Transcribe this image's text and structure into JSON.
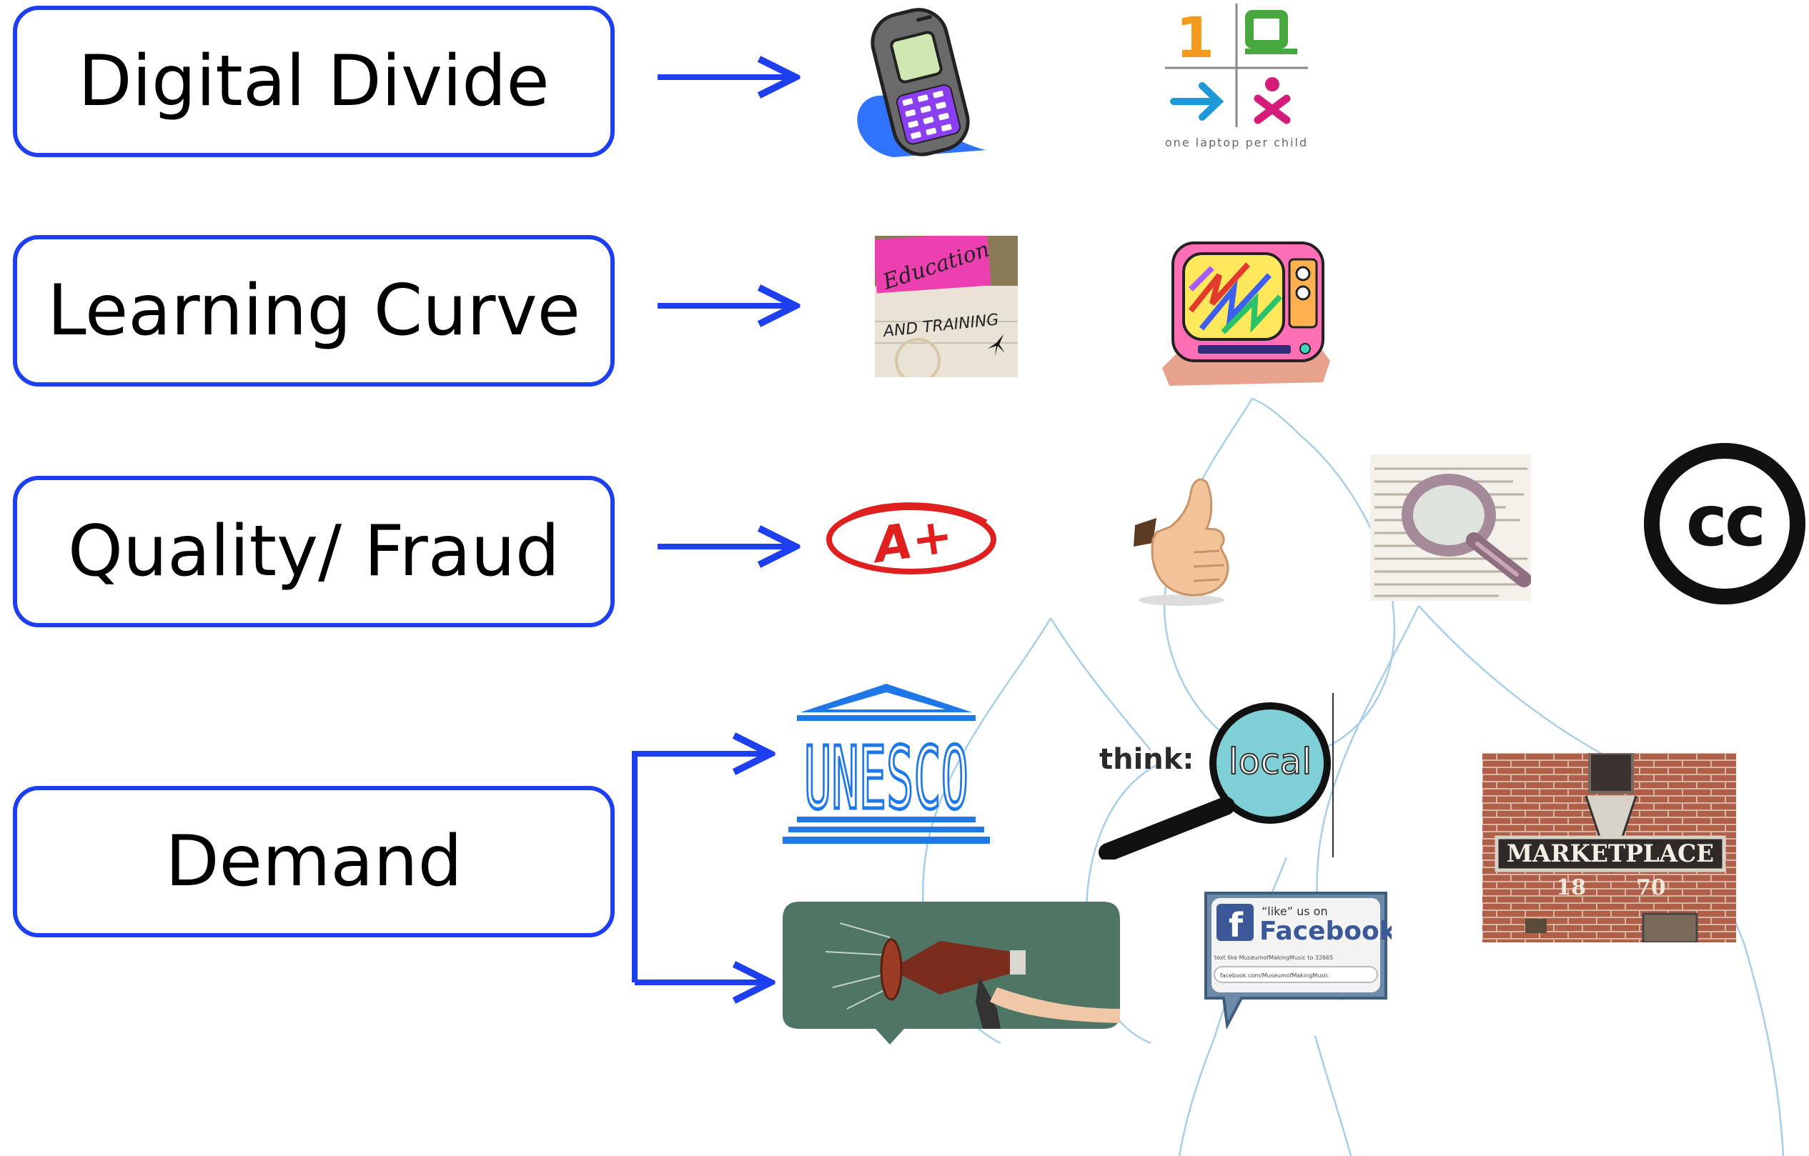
{
  "labels": {
    "digital_divide": "Digital Divide",
    "learning_curve": "Learning Curve",
    "quality_fraud": "Quality/ Fraud",
    "demand": "Demand"
  },
  "images": {
    "olpc": {
      "digit": "1",
      "caption": "one laptop per child"
    },
    "education": {
      "line1": "Education",
      "line2": "AND TRAINING"
    },
    "grade": {
      "text": "A+"
    },
    "creative_commons": {
      "text": "cc"
    },
    "unesco": {
      "text": "UNESCO"
    },
    "think_local": {
      "word1": "think:",
      "word2": "local"
    },
    "facebook": {
      "like_text": "“like” us on",
      "brand": "Facebook",
      "fine_print": "text like MuseumofMakingMusic to 32665",
      "url": "facebook.com/MuseumofMakingMusic"
    },
    "marketplace": {
      "sign": "MARKETPLACE",
      "year_left": "18",
      "year_right": "70"
    }
  },
  "colors": {
    "accent_blue": "#1d3ff0",
    "flow_line": "#a7cfea",
    "grade_red": "#e0201f",
    "olpc_orange": "#f39a1c",
    "olpc_green": "#47a83f",
    "olpc_blue": "#1f98d6",
    "olpc_magenta": "#d61c7b",
    "facebook_blue": "#3b5998"
  }
}
